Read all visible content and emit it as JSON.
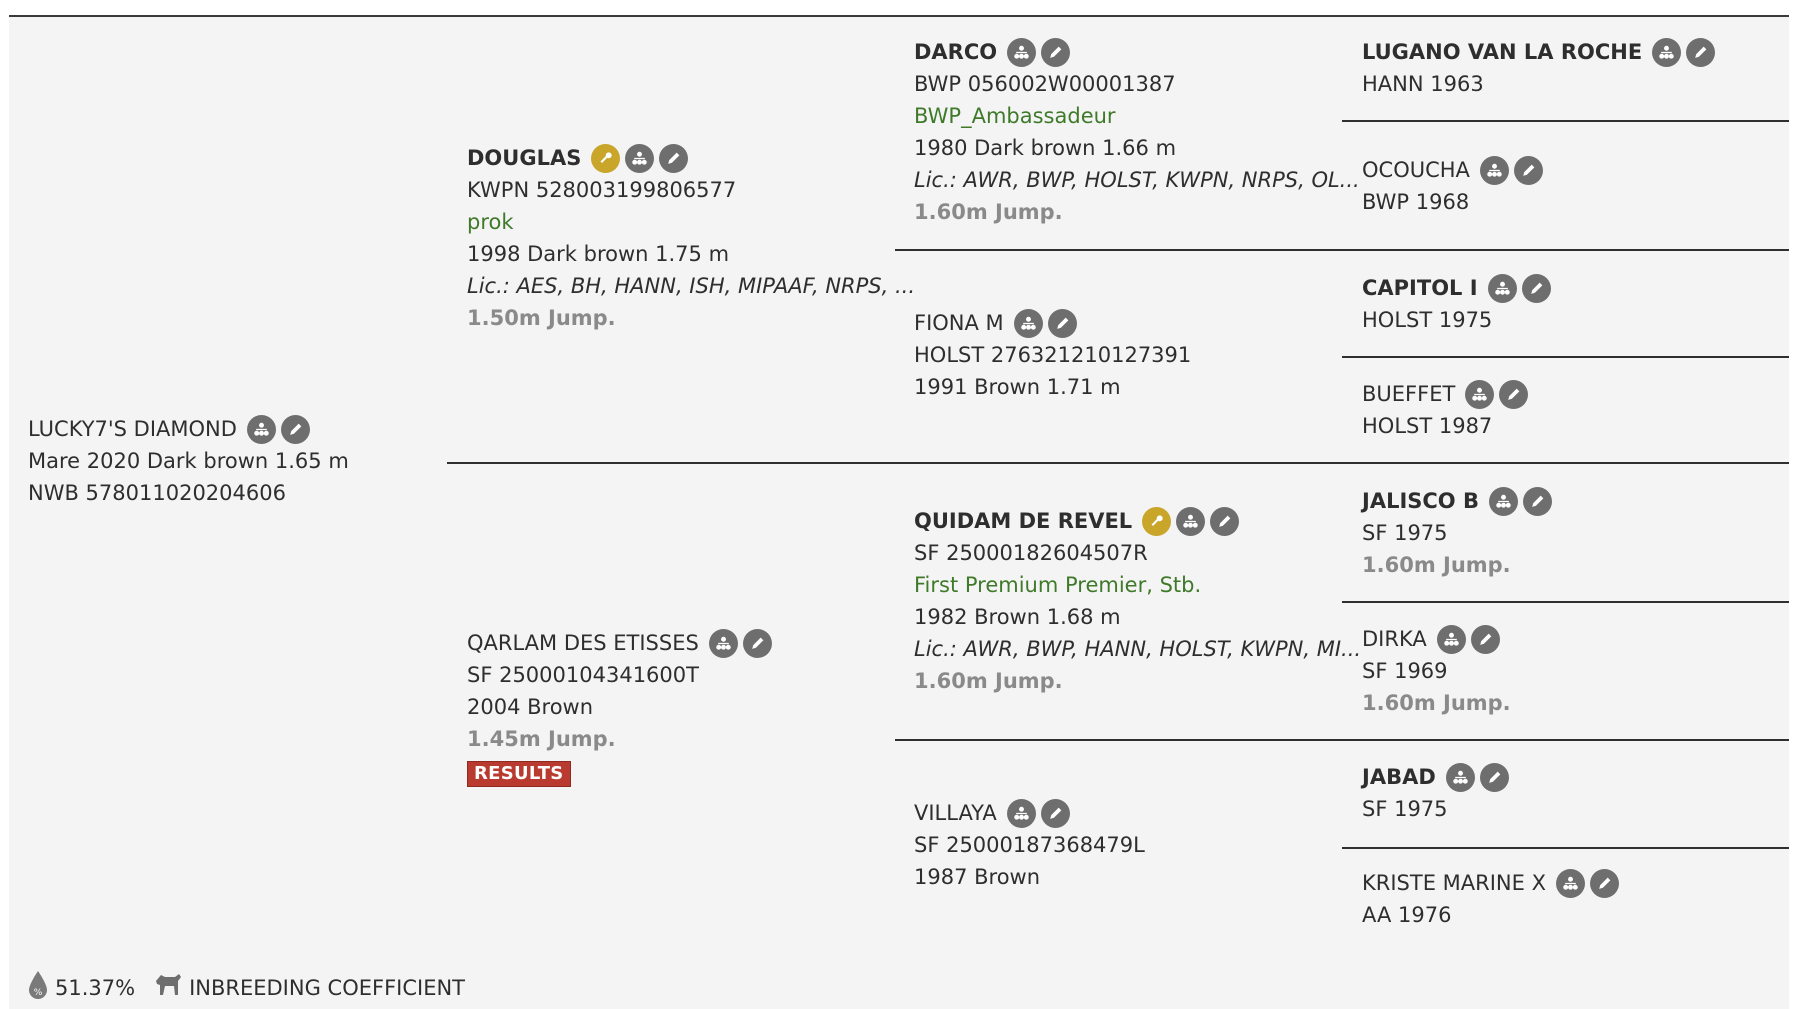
{
  "subject": {
    "name": "LUCKY7'S DIAMOND",
    "line1": "Mare 2020 Dark brown 1.65 m",
    "line2": "NWB 578011020204606"
  },
  "sire": {
    "name": "DOUGLAS",
    "reg": "KWPN 528003199806577",
    "status": "prok",
    "details": "1998 Dark brown 1.75 m",
    "lic": "Lic.: AES, BH, HANN, ISH, MIPAAF, NRPS, ...",
    "jump": "1.50m Jump."
  },
  "dam": {
    "name": "QARLAM DES ETISSES",
    "reg": "SF 25000104341600T",
    "details": "2004 Brown",
    "jump": "1.45m Jump.",
    "results_label": "RESULTS"
  },
  "ss": {
    "name": "DARCO",
    "reg": "BWP 056002W00001387",
    "status": "BWP_Ambassadeur",
    "details": "1980 Dark brown 1.66 m",
    "lic": "Lic.: AWR, BWP, HOLST, KWPN, NRPS, OL...",
    "jump": "1.60m Jump."
  },
  "sd": {
    "name": "FIONA M",
    "reg": "HOLST 276321210127391",
    "details": "1991 Brown 1.71 m"
  },
  "ds": {
    "name": "QUIDAM DE REVEL",
    "reg": "SF 25000182604507R",
    "status": "First Premium Premier, Stb.",
    "details": "1982 Brown 1.68 m",
    "lic": "Lic.: AWR, BWP, HANN, HOLST, KWPN, MI...",
    "jump": "1.60m Jump."
  },
  "dd": {
    "name": "VILLAYA",
    "reg": "SF 25000187368479L",
    "details": "1987 Brown"
  },
  "g3": [
    {
      "name": "LUGANO VAN LA ROCHE",
      "info": "HANN 1963"
    },
    {
      "name": "OCOUCHA",
      "info": "BWP 1968"
    },
    {
      "name": "CAPITOL I",
      "info": "HOLST 1975"
    },
    {
      "name": "BUEFFET",
      "info": "HOLST 1987"
    },
    {
      "name": "JALISCO B",
      "info": "SF 1975",
      "jump": "1.60m Jump."
    },
    {
      "name": "DIRKA",
      "info": "SF 1969",
      "jump": "1.60m Jump."
    },
    {
      "name": "JABAD",
      "info": "SF 1975"
    },
    {
      "name": "KRISTE MARINE X",
      "info": "AA 1976"
    }
  ],
  "footer": {
    "percent": "51.37%",
    "label": "INBREEDING COEFFICIENT"
  },
  "colors": {
    "gold_icon": "#c9a52a",
    "grey_icon": "#6e6e6e",
    "status_green": "#3f7a2b",
    "results_red": "#b93b2f"
  }
}
